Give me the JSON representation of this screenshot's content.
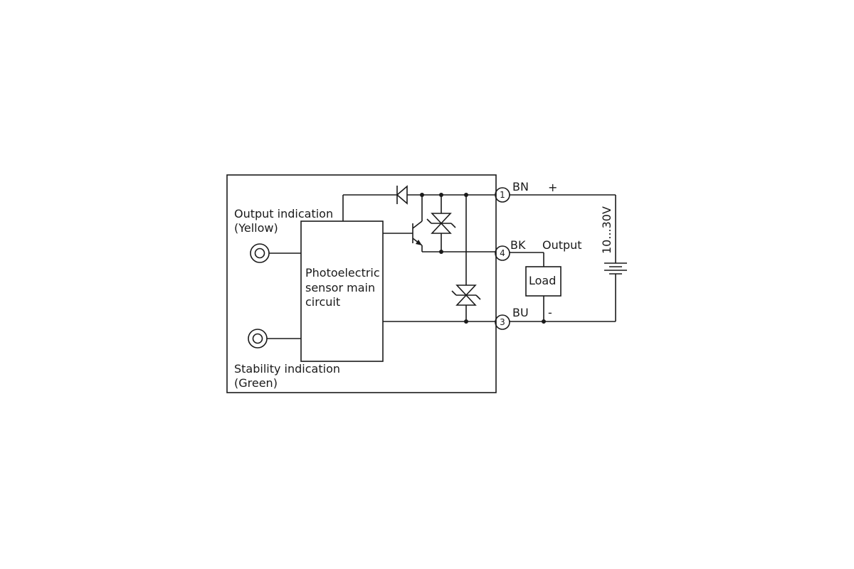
{
  "labels": {
    "output_indication": "Output indication",
    "output_color": "(Yellow)",
    "stability_indication": "Stability indication",
    "stability_color": "(Green)",
    "main_circuit_line1": "Photoelectric",
    "main_circuit_line2": "sensor main",
    "main_circuit_line3": "circuit",
    "load": "Load",
    "voltage": "10...30V",
    "output": "Output",
    "plus": "+",
    "minus": "-"
  },
  "terminals": [
    {
      "number": "1",
      "wire": "BN"
    },
    {
      "number": "4",
      "wire": "BK"
    },
    {
      "number": "3",
      "wire": "BU"
    }
  ]
}
